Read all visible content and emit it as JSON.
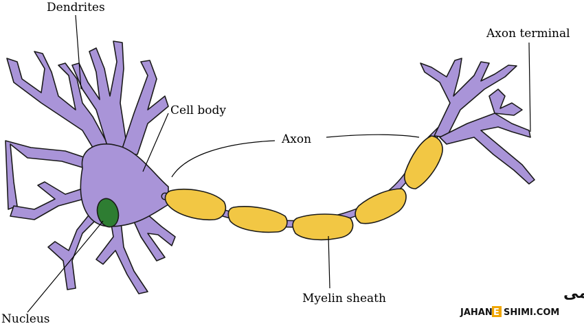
{
  "diagram": {
    "labels": {
      "dendrites": "Dendrites",
      "cell_body": "Cell body",
      "axon": "Axon",
      "axon_terminal": "Axon terminal",
      "myelin_sheath": "Myelin sheath",
      "nucleus": "Nucleus"
    },
    "colors": {
      "cell": "#a994d8",
      "myelin": "#f2c744",
      "nucleus": "#2e7d32",
      "outline": "#1a1a1a",
      "watermark_accent": "#f0a500"
    }
  },
  "watermark": {
    "persian": "جهانِ شیمی",
    "latin_left": "JAHAN",
    "latin_mid": "E",
    "latin_right": "SHIMI.COM"
  }
}
